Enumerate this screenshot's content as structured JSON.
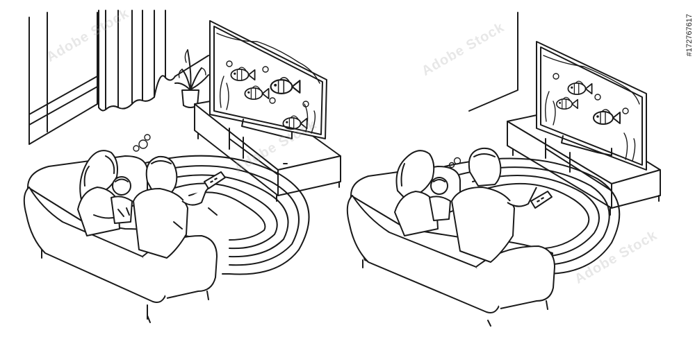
{
  "watermark": {
    "text": "Adobe Stock"
  },
  "stock_id": {
    "text": "#172767617"
  },
  "colors": {
    "ink": "#1a1a1a",
    "paper": "#ffffff"
  },
  "scenes": [
    {
      "label": "living-room-scene-left"
    },
    {
      "label": "living-room-scene-right"
    }
  ]
}
